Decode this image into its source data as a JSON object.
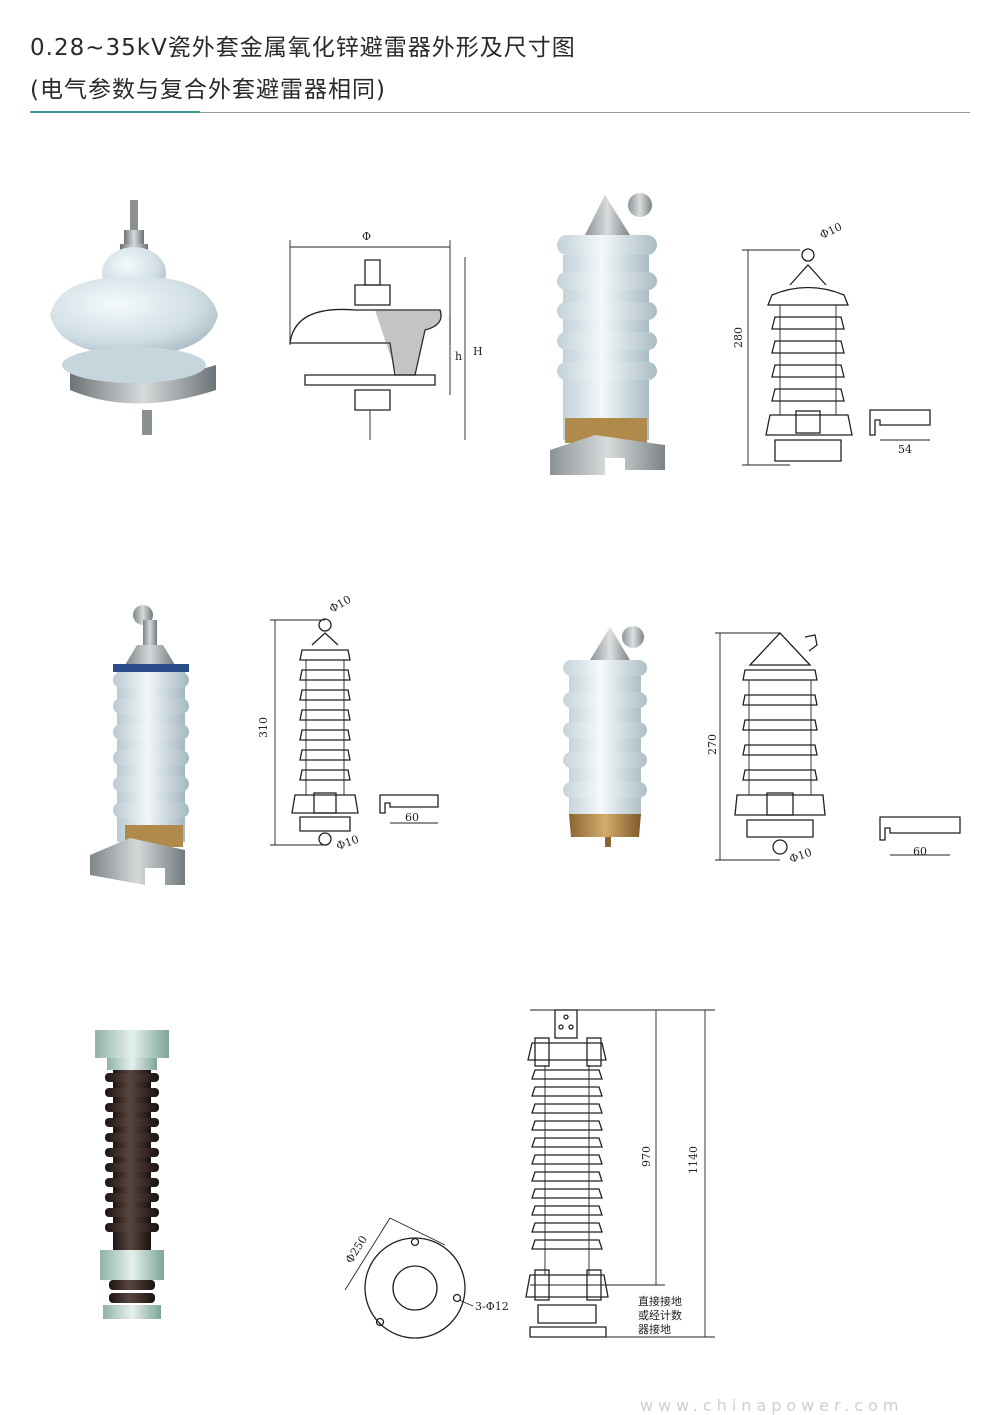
{
  "header": {
    "title_line1": "0.28~35kV瓷外套金属氧化锌避雷器外形及尺寸图",
    "title_line2": "(电气参数与复合外套避雷器相同)",
    "accent_color": "#3a9a9a"
  },
  "drawing1": {
    "phi_label": "Φ",
    "h_small_label": "h",
    "h_label": "H"
  },
  "drawing2": {
    "top_label": "Φ10",
    "height_label": "280",
    "clamp_label": "54"
  },
  "drawing3": {
    "top_label": "Φ10",
    "height_label": "310",
    "bottom_label": "Φ10",
    "clamp_label": "60"
  },
  "drawing4": {
    "height_label": "270",
    "bottom_label": "Φ10",
    "clamp_label": "60"
  },
  "drawing5": {
    "diameter_label": "Φ250",
    "holes_label": "3-Φ12",
    "height_inner_label": "970",
    "height_total_label": "1140",
    "ground_note": [
      "直接接地",
      "或经计数",
      "器接地"
    ]
  },
  "watermark": "www.chinapower.com",
  "colors": {
    "porcelain": "#e6eef1",
    "porcelain_shade": "#b9cad2",
    "metal": "#9aa1a4",
    "brass": "#b08a4a",
    "brown": "#3b2a26"
  }
}
